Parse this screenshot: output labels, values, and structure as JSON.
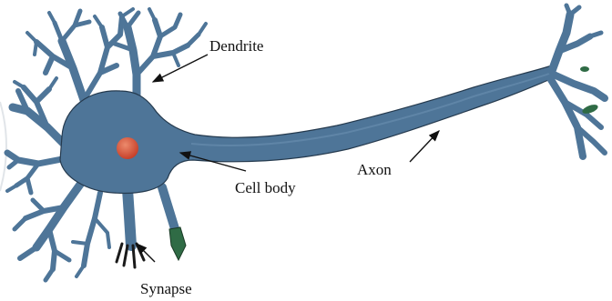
{
  "labels": {
    "dendrite": "Dendrite",
    "cell_body": "Cell body",
    "axon": "Axon",
    "synapse": "Synapse"
  },
  "colors": {
    "neuron_fill": "#4e7598",
    "neuron_outline": "#253a4e",
    "nucleus": "#d8472f",
    "nucleus_highlight": "#ec8a6c",
    "terminal_green": "#2f6b45",
    "synapse_dark": "#1a1a1a",
    "arrow": "#111111"
  }
}
